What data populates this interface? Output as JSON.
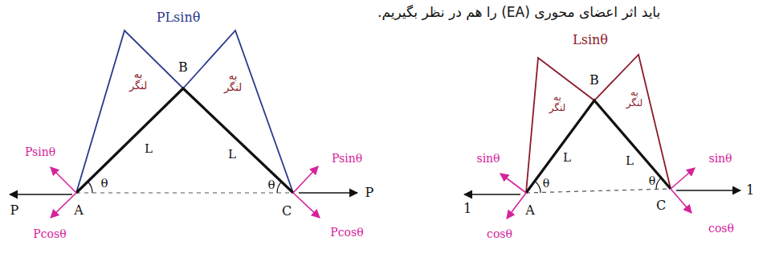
{
  "diagram": {
    "labels": [
      "باید اثر اعضای محوری (EA) را هم در نظر بگیریم.",
      "PLsinθ",
      "به لنگر",
      "B",
      "به لنگر",
      "L",
      "L",
      "Psinθ",
      "θ",
      "θ",
      "Psinθ",
      "P",
      "A",
      "C",
      "P",
      "Pcosθ",
      "Pcosθ",
      "Lsinθ",
      "به لنگر",
      "B",
      "به لنگر",
      "L",
      "L",
      "sinθ",
      "θ",
      "θ",
      "sinθ",
      "1",
      "1",
      "A",
      "C",
      "cosθ",
      "cosθ"
    ]
  }
}
